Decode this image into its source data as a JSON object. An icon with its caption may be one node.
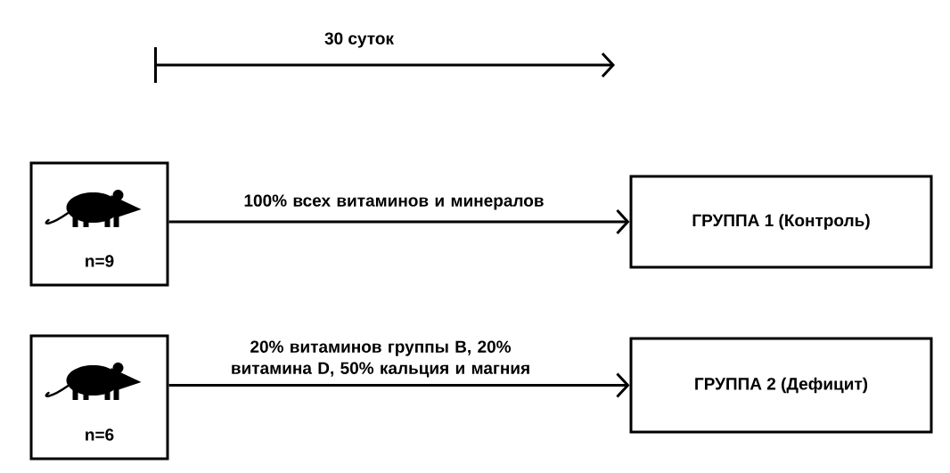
{
  "diagram": {
    "nodes": [
      {
        "text": [
          "n=9"
        ]
      },
      {
        "text": [
          "ГРУППА 1 (Контроль)"
        ]
      },
      {
        "text": [
          "n=6"
        ]
      },
      {
        "text": [
          "ГРУППА 2 (Дефицит)"
        ]
      }
    ],
    "edges": [
      {
        "from": 0,
        "to": 1,
        "arrow": "to",
        "label": "100% всех витаминов и минералов"
      },
      {
        "from": 2,
        "to": 3,
        "arrow": "to",
        "label": "20% витаминов группы B, 20% витамина D, 50% кальция и магния"
      }
    ],
    "labels": [
      "30 суток"
    ]
  }
}
